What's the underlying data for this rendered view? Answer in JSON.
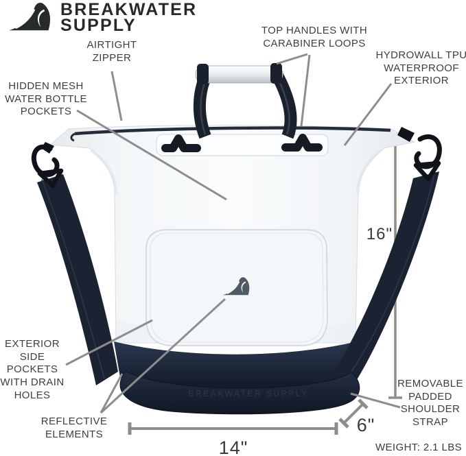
{
  "brand": {
    "line1": "BREAKWATER",
    "line2": "SUPPLY",
    "logo_icon": "wave-icon"
  },
  "callouts": {
    "airtight_zipper": {
      "lines": [
        "AIRTIGHT",
        "ZIPPER"
      ]
    },
    "top_handles": {
      "lines": [
        "TOP HANDLES WITH",
        "CARABINER LOOPS"
      ]
    },
    "hydrowall_exterior": {
      "lines": [
        "HYDROWALL TPU",
        "WATERPROOF",
        "EXTERIOR"
      ]
    },
    "hidden_mesh_pockets": {
      "lines": [
        "HIDDEN MESH",
        "WATER BOTTLE",
        "POCKETS"
      ]
    },
    "exterior_side_pockets": {
      "lines": [
        "EXTERIOR",
        "SIDE",
        "POCKETS",
        "WITH DRAIN",
        "HOLES"
      ]
    },
    "reflective_elements": {
      "lines": [
        "REFLECTIVE",
        "ELEMENTS"
      ]
    },
    "removable_strap": {
      "lines": [
        "REMOVABLE",
        "PADDED",
        "SHOULDER",
        "STRAP"
      ]
    }
  },
  "dimensions": {
    "height": "16\"",
    "width": "14\"",
    "depth": "6\""
  },
  "weight_label": "WEIGHT: 2.1 LBS",
  "product": {
    "embossed_text": "BREAKWATER SUPPLY",
    "front_logo_icon": "wave-icon"
  },
  "colors": {
    "bag_white": "#f4f7f9",
    "navy_dark": "#1b2433",
    "strap_black": "#171c28",
    "callout_line_gray": "#8d8d8d",
    "dimension_line_olive": "#8f8d80",
    "label_text": "#3d3e3e",
    "brand_text": "#26292a"
  }
}
